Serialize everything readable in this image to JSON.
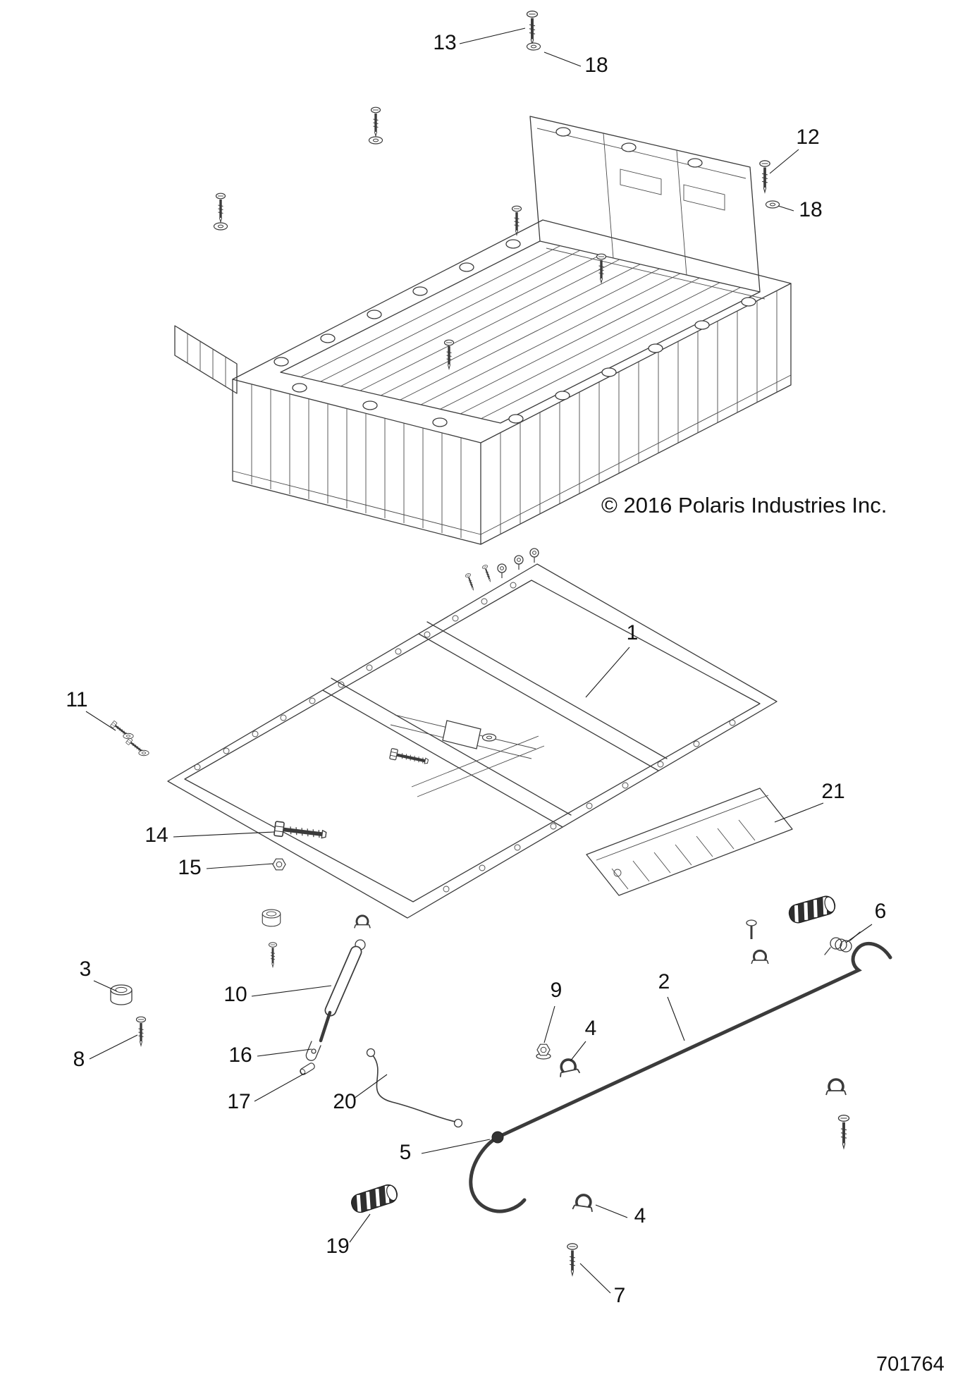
{
  "diagram": {
    "copyright": "© 2016 Polaris Industries Inc.",
    "diagram_id": "701764",
    "callouts": [
      "13",
      "18",
      "12",
      "18",
      "1",
      "11",
      "14",
      "15",
      "21",
      "3",
      "8",
      "10",
      "16",
      "17",
      "20",
      "9",
      "4",
      "5",
      "2",
      "6",
      "19",
      "4",
      "7"
    ]
  }
}
